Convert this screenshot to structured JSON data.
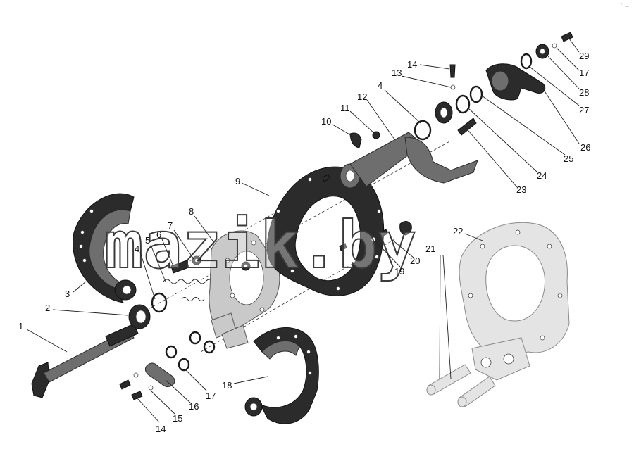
{
  "watermark": "mazik.by",
  "corner_mark": "ʻʼ ...",
  "callouts": [
    "1",
    "2",
    "3",
    "4",
    "4",
    "5",
    "6",
    "7",
    "8",
    "9",
    "10",
    "11",
    "12",
    "13",
    "14",
    "14",
    "15",
    "16",
    "17",
    "17",
    "18",
    "19",
    "20",
    "21",
    "22",
    "23",
    "24",
    "25",
    "26",
    "27",
    "28",
    "29"
  ]
}
